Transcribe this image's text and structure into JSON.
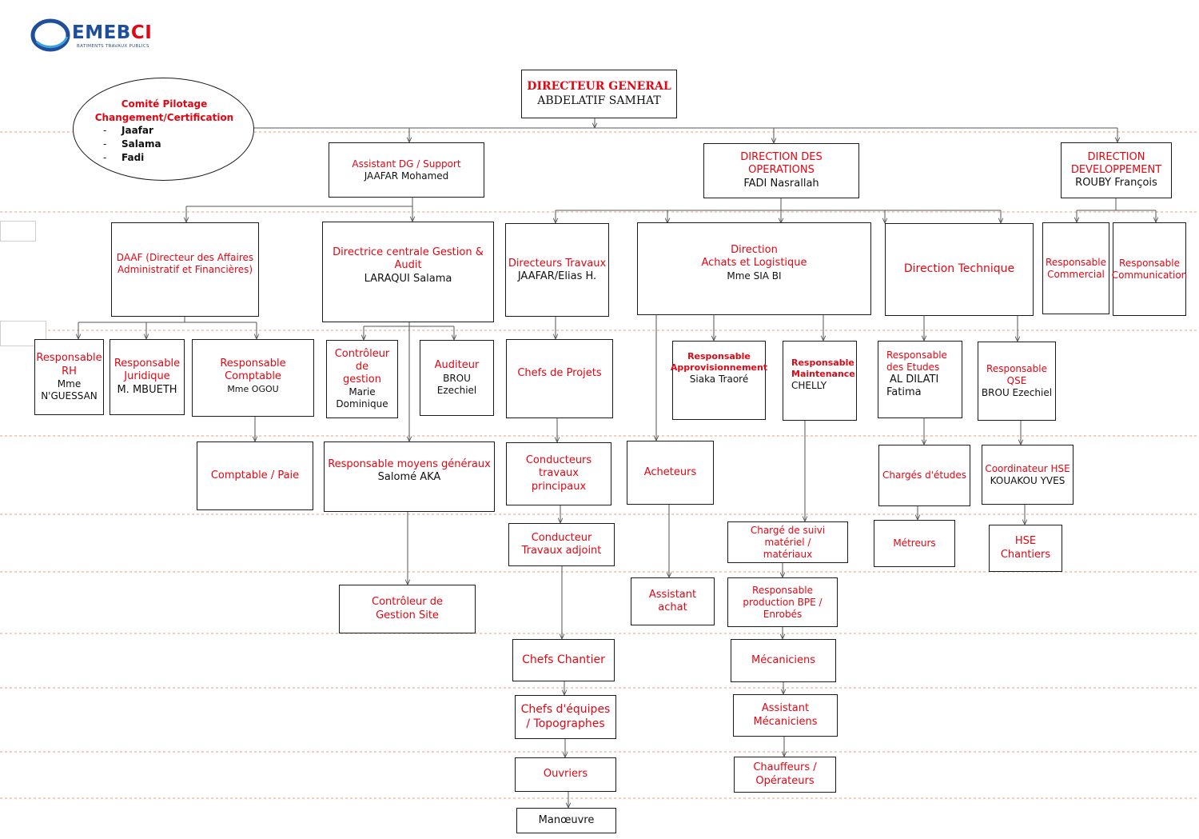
{
  "logo": {
    "prefix": "EMEB",
    "suffix": "CI",
    "tagline": "BATIMENTS TRAVAUX PUBLICS"
  },
  "pilot_committee": {
    "title_line1": "Comité Pilotage",
    "title_line2": "Changement/Certification",
    "bullet": "-",
    "members": [
      "Jaafar",
      "Salama",
      "Fadi"
    ]
  },
  "dg": {
    "title": "DIRECTEUR GENERAL",
    "name": "ABDELATIF SAMHAT"
  },
  "assistant_dg": {
    "title": "Assistant DG / Support",
    "name": "JAAFAR Mohamed"
  },
  "dir_operations": {
    "title_line1": "DIRECTION DES",
    "title_line2": "OPERATIONS",
    "name": "FADI Nasrallah"
  },
  "dir_dev": {
    "title_line1": "DIRECTION",
    "title_line2": "DEVELOPPEMENT",
    "name": "ROUBY François"
  },
  "daaf": {
    "title_line1": "DAAF (Directeur des Affaires",
    "title_line2": "Administratif et Financières)"
  },
  "dir_gestion_audit": {
    "title_line1": "Directrice centrale Gestion &",
    "title_line2": "Audit",
    "name": "LARAQUI Salama"
  },
  "dir_travaux": {
    "title": "Directeurs Travaux",
    "name": "JAAFAR/Elias H."
  },
  "dir_achats": {
    "title_line1": "Direction",
    "title_line2": "Achats et Logistique",
    "name": "Mme SIA BI"
  },
  "dir_technique": {
    "title": "Direction Technique"
  },
  "resp_commercial": {
    "title_line1": "Responsable",
    "title_line2": "Commercial"
  },
  "resp_communication": {
    "title_line1": "Responsable",
    "title_line2": "Communication"
  },
  "resp_rh": {
    "title_line1": "Responsable",
    "title_line2": "RH",
    "name_line1": "Mme",
    "name_line2": "N'GUESSAN"
  },
  "resp_juridique": {
    "title_line1": "Responsable",
    "title_line2": "Juridique",
    "name": "M. MBUETH"
  },
  "resp_comptable": {
    "title": "Responsable Comptable",
    "name": "Mme OGOU"
  },
  "controleur_gestion": {
    "title_line1": "Contrôleur de",
    "title_line2": "gestion",
    "name_line1": "Marie",
    "name_line2": "Dominique"
  },
  "auditeur": {
    "title": "Auditeur",
    "name": "BROU Ezechiel"
  },
  "chefs_projets": {
    "title": "Chefs de Projets"
  },
  "resp_appro": {
    "title_line1": "Responsable",
    "title_line2": "Approvisionnement",
    "name": "Siaka Traoré"
  },
  "resp_maintenance": {
    "title_line1": "Responsable",
    "title_line2": "Maintenance",
    "name": "CHELLY"
  },
  "resp_etudes": {
    "title_line1": "Responsable",
    "title_line2": "des Etudes",
    "name_line1": "AL DILATI",
    "name_line2": "Fatima"
  },
  "resp_qse": {
    "title_line1": "Responsable",
    "title_line2": "QSE",
    "name": "BROU Ezechiel"
  },
  "comptable_paie": {
    "title": "Comptable / Paie"
  },
  "resp_moyens": {
    "title": "Responsable moyens généraux",
    "name": "Salomé AKA"
  },
  "cond_principaux": {
    "title_line1": "Conducteurs",
    "title_line2": "travaux",
    "title_line3": "principaux"
  },
  "acheteurs": {
    "title": "Acheteurs"
  },
  "charges_etudes": {
    "title": "Chargés d'études"
  },
  "coord_hse": {
    "title": "Coordinateur HSE",
    "name": "KOUAKOU YVES"
  },
  "cond_adjoint": {
    "title_line1": "Conducteur",
    "title_line2": "Travaux adjoint"
  },
  "charge_suivi": {
    "title_line1": "Chargé de suivi matériel /",
    "title_line2": "matériaux"
  },
  "metreurs": {
    "title": "Métreurs"
  },
  "hse_chantiers": {
    "title_line1": "HSE",
    "title_line2": "Chantiers"
  },
  "ctrl_gestion_site": {
    "title_line1": "Contrôleur de",
    "title_line2": "Gestion Site"
  },
  "assistant_achat": {
    "title_line1": "Assistant",
    "title_line2": "achat"
  },
  "resp_bpe": {
    "title_line1": "Responsable",
    "title_line2": "production BPE /",
    "title_line3": "Enrobés"
  },
  "chefs_chantier": {
    "title": "Chefs Chantier"
  },
  "mecaniciens": {
    "title": "Mécaniciens"
  },
  "chefs_equipes": {
    "title_line1": "Chefs d'équipes",
    "title_line2": "/ Topographes"
  },
  "assistant_meca": {
    "title_line1": "Assistant",
    "title_line2": "Mécaniciens"
  },
  "ouvriers": {
    "title": "Ouvriers"
  },
  "chauffeurs": {
    "title_line1": "Chauffeurs /",
    "title_line2": "Opérateurs"
  },
  "manoeuvre": {
    "title": "Manœuvre"
  },
  "colors": {
    "red": "#e30613",
    "line": "#555555",
    "separator": "#e8a27c",
    "logo_blue": "#1f4e9c",
    "logo_accent": "#3ba3e0"
  }
}
